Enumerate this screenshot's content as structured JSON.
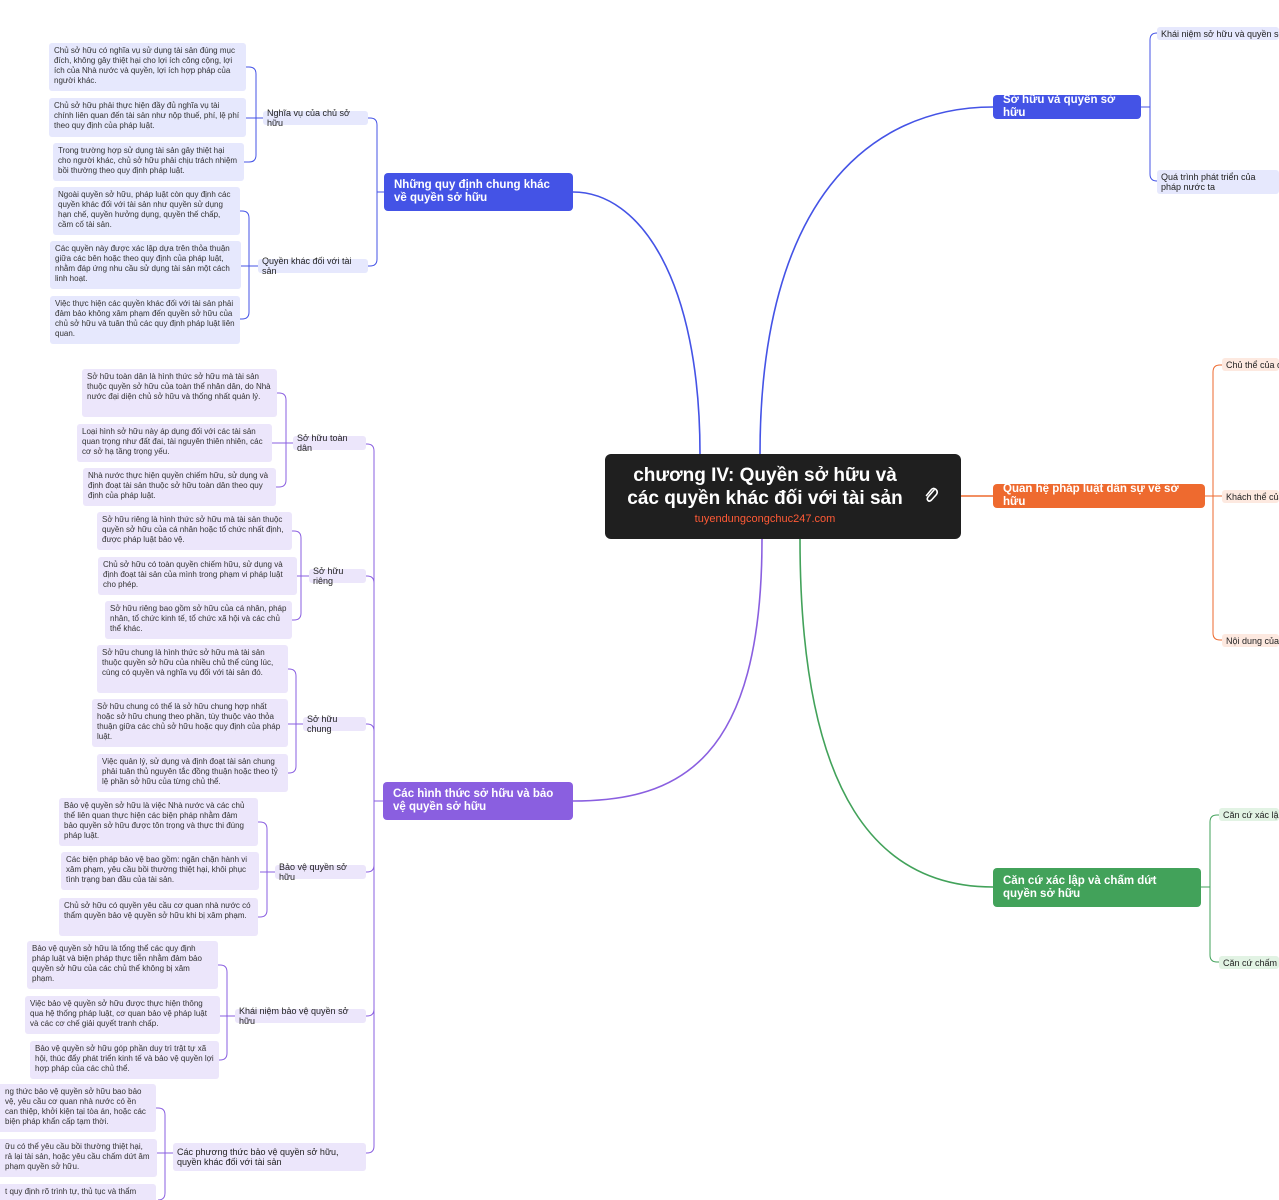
{
  "root": {
    "title": "chương IV: Quyền sở hữu và các quyền khác đối với tài sản",
    "link": "tuyendungcongchuc247.com",
    "icon": "paperclip-icon"
  },
  "colors": {
    "blue": "#4453e6",
    "orange": "#ee6a2f",
    "green": "#42a25a",
    "purple": "#8a5fe0"
  },
  "right": {
    "so_huu": {
      "label": "Sở hữu và quyền sở hữu",
      "children": [
        "Khái niệm sở hữu và quyền sở",
        "Quá trình phát triển của pháp nước ta"
      ]
    },
    "quan_he": {
      "label": "Quan hệ pháp luật dân sự về sở hữu",
      "children": [
        "Chủ thể của q",
        "Khách thể của",
        "Nội dung của"
      ]
    },
    "can_cu": {
      "label": "Căn cứ xác lập và chấm dứt quyền sở hữu",
      "children": [
        "Căn cứ xác lập",
        "Căn cứ chấm d"
      ]
    }
  },
  "left": {
    "nhung_quy_dinh": {
      "label": "Những quy định chung khác về quyền sở hữu",
      "nghia_vu": {
        "label": "Nghĩa vụ của chủ sở hữu",
        "leaves": [
          "Chủ sở hữu có nghĩa vụ sử dụng tài sản đúng mục đích, không gây thiệt hại cho lợi ích công cộng, lợi ích của Nhà nước và quyền, lợi ích hợp pháp của người khác.",
          "Chủ sở hữu phải thực hiện đầy đủ nghĩa vụ tài chính liên quan đến tài sản như nộp thuế, phí, lệ phí theo quy định của pháp luật.",
          "Trong trường hợp sử dụng tài sản gây thiệt hại cho người khác, chủ sở hữu phải chịu trách nhiệm bồi thường theo quy định pháp luật."
        ]
      },
      "quyen_khac": {
        "label": "Quyền khác đối với tài sản",
        "leaves": [
          "Ngoài quyền sở hữu, pháp luật còn quy định các quyền khác đối với tài sản như quyền sử dụng hạn chế, quyền hưởng dụng, quyền thế chấp, cầm cố tài sản.",
          "Các quyền này được xác lập dựa trên thỏa thuận giữa các bên hoặc theo quy định của pháp luật, nhằm đáp ứng nhu cầu sử dụng tài sản một cách linh hoạt.",
          "Việc thực hiện các quyền khác đối với tài sản phải đảm bảo không xâm phạm đến quyền sở hữu của chủ sở hữu và tuân thủ các quy định pháp luật liên quan."
        ]
      }
    },
    "cac_hinh_thuc": {
      "label": "Các hình thức sở hữu và bảo vệ quyền sở hữu",
      "toan_dan": {
        "label": "Sở hữu toàn dân",
        "leaves": [
          "Sở hữu toàn dân là hình thức sở hữu mà tài sản thuộc quyền sở hữu của toàn thể nhân dân, do Nhà nước đại diện chủ sở hữu và thống nhất quản lý.",
          "Loại hình sở hữu này áp dụng đối với các tài sản quan trọng như đất đai, tài nguyên thiên nhiên, các cơ sở hạ tầng trọng yếu.",
          "Nhà nước thực hiện quyền chiếm hữu, sử dụng và định đoạt tài sản thuộc sở hữu toàn dân theo quy định của pháp luật."
        ]
      },
      "rieng": {
        "label": "Sở hữu riêng",
        "leaves": [
          "Sở hữu riêng là hình thức sở hữu mà tài sản thuộc quyền sở hữu của cá nhân hoặc tổ chức nhất định, được pháp luật bảo vệ.",
          "Chủ sở hữu có toàn quyền chiếm hữu, sử dụng và định đoạt tài sản của mình trong phạm vi pháp luật cho phép.",
          "Sở hữu riêng bao gồm sở hữu của cá nhân, pháp nhân, tổ chức kinh tế, tổ chức xã hội và các chủ thể khác."
        ]
      },
      "chung": {
        "label": "Sở hữu chung",
        "leaves": [
          "Sở hữu chung là hình thức sở hữu mà tài sản thuộc quyền sở hữu của nhiều chủ thể cùng lúc, cùng có quyền và nghĩa vụ đối với tài sản đó.",
          "Sở hữu chung có thể là sở hữu chung hợp nhất hoặc sở hữu chung theo phần, tùy thuộc vào thỏa thuận giữa các chủ sở hữu hoặc quy định của pháp luật.",
          "Việc quản lý, sử dụng và định đoạt tài sản chung phải tuân thủ nguyên tắc đồng thuận hoặc theo tỷ lệ phần sở hữu của từng chủ thể."
        ]
      },
      "bao_ve": {
        "label": "Bảo vệ quyền sở hữu",
        "leaves": [
          "Bảo vệ quyền sở hữu là việc Nhà nước và các chủ thể liên quan thực hiện các biện pháp nhằm đảm bảo quyền sở hữu được tôn trọng và thực thi đúng pháp luật.",
          "Các biện pháp bảo vệ bao gồm: ngăn chặn hành vi xâm phạm, yêu cầu bồi thường thiệt hại, khôi phục tình trạng ban đầu của tài sản.",
          "Chủ sở hữu có quyền yêu cầu cơ quan nhà nước có thẩm quyền bảo vệ quyền sở hữu khi bị xâm phạm."
        ]
      },
      "khai_niem_bao_ve": {
        "label": "Khái niệm bảo vệ quyền sở hữu",
        "leaves": [
          "Bảo vệ quyền sở hữu là tổng thể các quy định pháp luật và biện pháp thực tiễn nhằm đảm bảo quyền sở hữu của các chủ thể không bị xâm phạm.",
          "Việc bảo vệ quyền sở hữu được thực hiện thông qua hệ thống pháp luật, cơ quan bảo vệ pháp luật và các cơ chế giải quyết tranh chấp.",
          "Bảo vệ quyền sở hữu góp phần duy trì trật tự xã hội, thúc đẩy phát triển kinh tế và bảo vệ quyền lợi hợp pháp của các chủ thể."
        ]
      },
      "phuong_thuc": {
        "label": "Các phương thức bảo vệ quyền sở hữu, quyền khác đối với tài sản",
        "leaves": [
          "ng thức bảo vệ quyền sở hữu bao bảo vệ, yêu cầu cơ quan nhà nước có ền can thiệp, khởi kiện tại tòa án, hoặc các biện pháp khẩn cấp tạm thời.",
          "ữu có thể yêu cầu bồi thường thiệt hại, rả lại tài sản, hoặc yêu cầu chấm dứt âm phạm quyền sở hữu.",
          "t quy định rõ trình tự, thủ tục và thẩm"
        ]
      }
    }
  }
}
